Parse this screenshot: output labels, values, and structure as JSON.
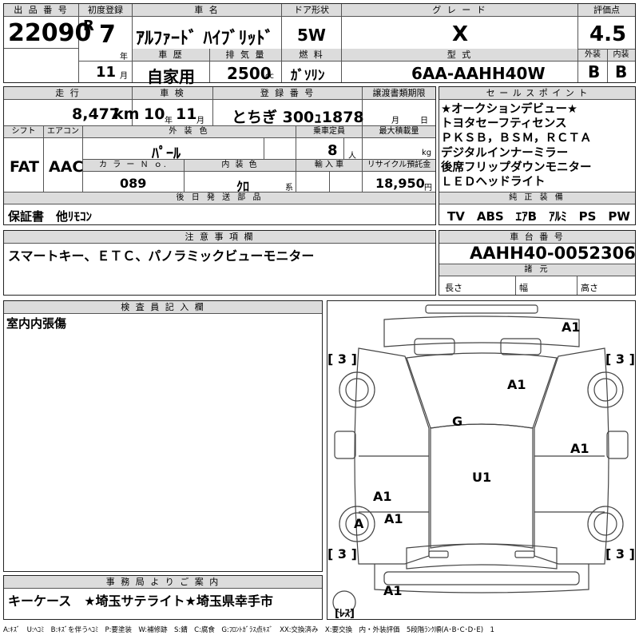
{
  "header": {
    "lot_no_label": "出 品 番 号",
    "lot_no": "22090",
    "first_reg_label": "初度登録",
    "era": "R",
    "year": "7",
    "year_unit": "年",
    "month": "11",
    "month_unit": "月",
    "car_name_label": "車 名",
    "car_name": "ｱﾙﾌｧｰﾄﾞ ﾊｲﾌﾞﾘｯﾄﾞ",
    "door_label": "ドア形状",
    "door": "5W",
    "grade_label": "グ レ ー ド",
    "grade": "X",
    "score_label": "評価点",
    "score": "4.5",
    "history_label": "車 歴",
    "history": "自家用",
    "displacement_label": "排 気 量",
    "displacement": "2500",
    "displacement_unit": "cc",
    "fuel_label": "燃 料",
    "fuel": "ｶﾞｿﾘﾝ",
    "model_label": "型 式",
    "model": "6AA-AAHH40W",
    "exterior_label": "外装",
    "interior_label": "内装",
    "exterior": "B",
    "interior": "B"
  },
  "row2": {
    "mileage_label": "走 行",
    "mileage": "8,477",
    "mileage_unit": "km",
    "inspection_label": "車 検",
    "insp_year": "10",
    "insp_year_unit": "年",
    "insp_month": "11",
    "insp_month_unit": "月",
    "plate_label": "登 録 番 号",
    "plate": "とちぎ 300ｭ1878",
    "transfer_label": "譲渡書類期限",
    "transfer_month_unit": "月",
    "transfer_day_unit": "日",
    "shift_label": "シフト",
    "ac_label": "エアコン",
    "shift": "FAT",
    "ac": "AAC",
    "color_label": "外 装 色",
    "color": "ﾊﾟｰﾙ",
    "capacity_label": "乗車定員",
    "capacity": "8",
    "capacity_unit": "人",
    "load_label": "最大積載量",
    "load_unit": "kg",
    "color_no_label": "カ ラ ー Ｎ ｏ.",
    "color_no": "089",
    "int_color_label": "内 装 色",
    "int_color": "ｸﾛ",
    "int_color_unit": "系",
    "import_label": "輸 入 車",
    "recycle_label": "リサイクル預託金",
    "recycle": "18,950",
    "recycle_unit": "円",
    "later_label": "後 日 発 送 部 品",
    "later": "保証書　他ﾘﾓｺﾝ"
  },
  "sales_points": {
    "label": "セ ー ル ス ポ イ ン ト",
    "lines": [
      "★オークションデビュー★",
      "トヨタセーフティセンス",
      "ＰＫＳＢ，ＢＳＭ，ＲＣＴＡ",
      "デジタルインナーミラー",
      "後席フリップダウンモニター",
      "ＬＥＤヘッドライト"
    ],
    "equip_label": "純 正 装 備",
    "equip": "TV　ABS　ｴｱB　ｱﾙﾐ　PS　PW"
  },
  "notes": {
    "label": "注 意 事 項 欄",
    "text": "スマートキー、ＥＴＣ、パノラミックビューモニター"
  },
  "chassis": {
    "label": "車 台 番 号",
    "number": "AAHH40-0052306",
    "dims_label": "諸 元",
    "length_label": "長さ",
    "width_label": "幅",
    "height_label": "高さ"
  },
  "inspector": {
    "label": "検 査 員 記 入 欄",
    "text": "室内内張傷"
  },
  "office": {
    "label": "事 務 局 よ り ご 案 内",
    "text": "キーケース　★埼玉サテライト★埼玉県幸手市"
  },
  "diagram": {
    "marks": {
      "roof_rear": "A1",
      "tire_fl": "[ 3 ]",
      "tire_fr": "[ 3 ]",
      "tire_rl": "[ 3 ]",
      "tire_rr": "[ 3 ]",
      "hood": "A1",
      "windshield": "G",
      "right_door": "A1",
      "roof": "U1",
      "left_rear": "A1",
      "left_rear2": "A1",
      "wheel_left": "A",
      "bumper": "A1",
      "spare": "[ﾚｽ]"
    }
  },
  "legend": "A:ｷｽﾞ　U:ﾍｺﾐ　B:ｷｽﾞを伴うﾍｺﾐ　P:要塗装　W:補修跡　S:錆　C:腐食　G:ﾌﾛﾝﾄｶﾞﾗｽ点ｷｽﾞ　XX:交換済み　X:要交換　内・外装評価　5段階ﾗﾝｸ順(A･B･C･D･E)　1"
}
